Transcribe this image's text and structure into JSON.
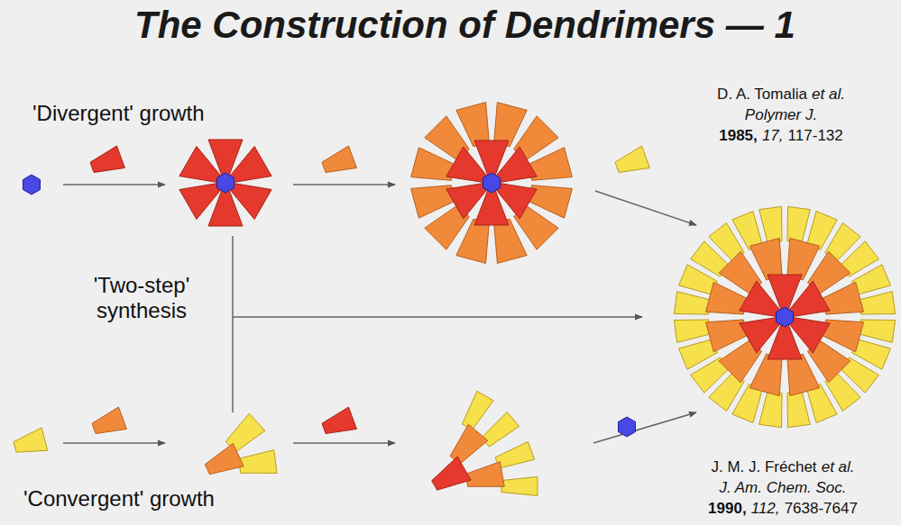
{
  "diagram": {
    "title": "The Construction of Dendrimers — 1",
    "labels": [
      "'Divergent' growth",
      "'Two-step' synthesis",
      "'Convergent' growth",
      "D. A. Tomalia",
      "et al.",
      "Polymer J.",
      "1985,",
      "17,",
      "117-132",
      "J. M. J. Fréchet",
      "et al.",
      "J. Am. Chem. Soc.",
      "1990,",
      "112,",
      "7638-7647"
    ]
  }
}
